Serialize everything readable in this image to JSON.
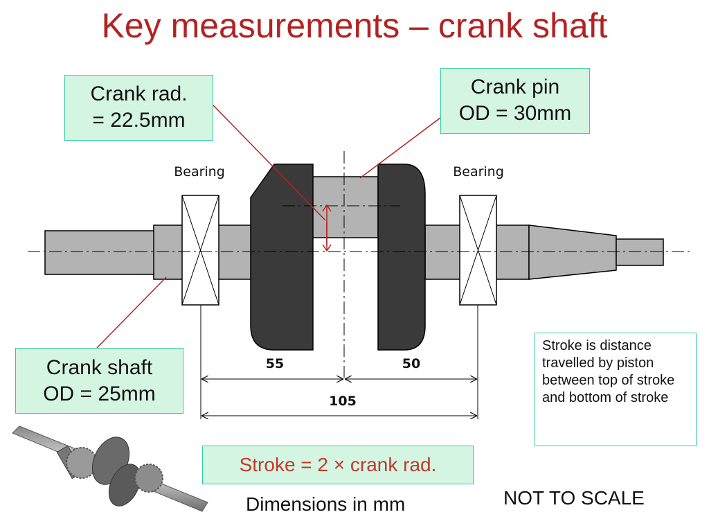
{
  "title": "Key measurements – crank shaft",
  "callouts": {
    "crank_rad": [
      "Crank rad.",
      "= 22.5mm"
    ],
    "crank_pin": [
      "Crank pin",
      "OD = 30mm"
    ],
    "crank_shaft": [
      "Crank shaft",
      "OD = 25mm"
    ],
    "stroke_formula": "Stroke = 2 × crank rad."
  },
  "labels": {
    "bearing_left": "Bearing",
    "bearing_right": "Bearing",
    "dim_left": "55",
    "dim_right": "50",
    "dim_total": "105",
    "dimensions_note": "Dimensions in mm",
    "not_to_scale": "NOT TO SCALE"
  },
  "stroke_note": "Stroke is distance travelled by piston between top of stroke and bottom of stroke",
  "colors": {
    "title": "#b22222",
    "callout_fill": "#d5f5e3",
    "callout_border": "#2ecc9a",
    "shaft_fill": "#b3b3b3",
    "web_fill": "#3a3a3a",
    "leader": "#b22222"
  },
  "icons": [
    "crankshaft-photo"
  ]
}
